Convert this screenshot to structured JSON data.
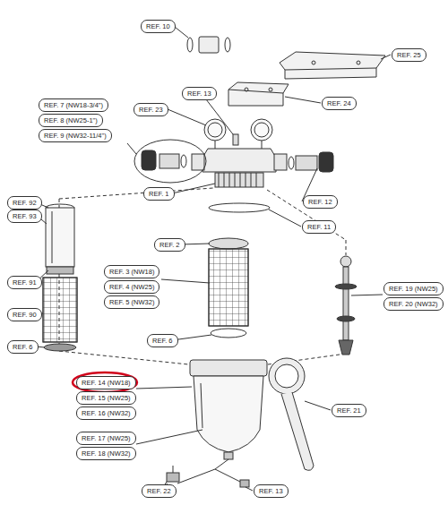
{
  "diagram": {
    "nodes": [
      {
        "text": [
          "REF. 10"
        ]
      },
      {
        "text": [
          "REF. 25"
        ]
      },
      {
        "text": [
          "REF. 13"
        ]
      },
      {
        "text": [
          "REF. 7 (NW18-3/4\")"
        ]
      },
      {
        "text": [
          "REF. 23"
        ]
      },
      {
        "text": [
          "REF. 24"
        ]
      },
      {
        "text": [
          "REF. 8 (NW25-1\")"
        ]
      },
      {
        "text": [
          "REF. 9 (NW32-11/4\")"
        ]
      },
      {
        "text": [
          "REF. 1"
        ]
      },
      {
        "text": [
          "REF. 12"
        ]
      },
      {
        "text": [
          "REF. 92"
        ]
      },
      {
        "text": [
          "REF. 93"
        ]
      },
      {
        "text": [
          "REF. 11"
        ]
      },
      {
        "text": [
          "REF. 2"
        ]
      },
      {
        "text": [
          "REF. 3 (NW18)"
        ]
      },
      {
        "text": [
          "REF. 91"
        ]
      },
      {
        "text": [
          "REF. 4 (NW25)"
        ]
      },
      {
        "text": [
          "REF. 19 (NW25)"
        ]
      },
      {
        "text": [
          "REF. 5 (NW32)"
        ]
      },
      {
        "text": [
          "REF. 20 (NW32)"
        ]
      },
      {
        "text": [
          "REF. 90"
        ]
      },
      {
        "text": [
          "REF. 6"
        ]
      },
      {
        "text": [
          "REF. 6"
        ]
      },
      {
        "text": [
          "REF. 14 (NW18)"
        ]
      },
      {
        "text": [
          "REF. 15 (NW25)"
        ]
      },
      {
        "text": [
          "REF. 21"
        ]
      },
      {
        "text": [
          "REF. 16 (NW32)"
        ]
      },
      {
        "text": [
          "REF. 17 (NW25)"
        ]
      },
      {
        "text": [
          "REF. 18 (NW32)"
        ]
      },
      {
        "text": [
          "REF. 22"
        ]
      },
      {
        "text": [
          "REF. 13"
        ]
      }
    ]
  }
}
